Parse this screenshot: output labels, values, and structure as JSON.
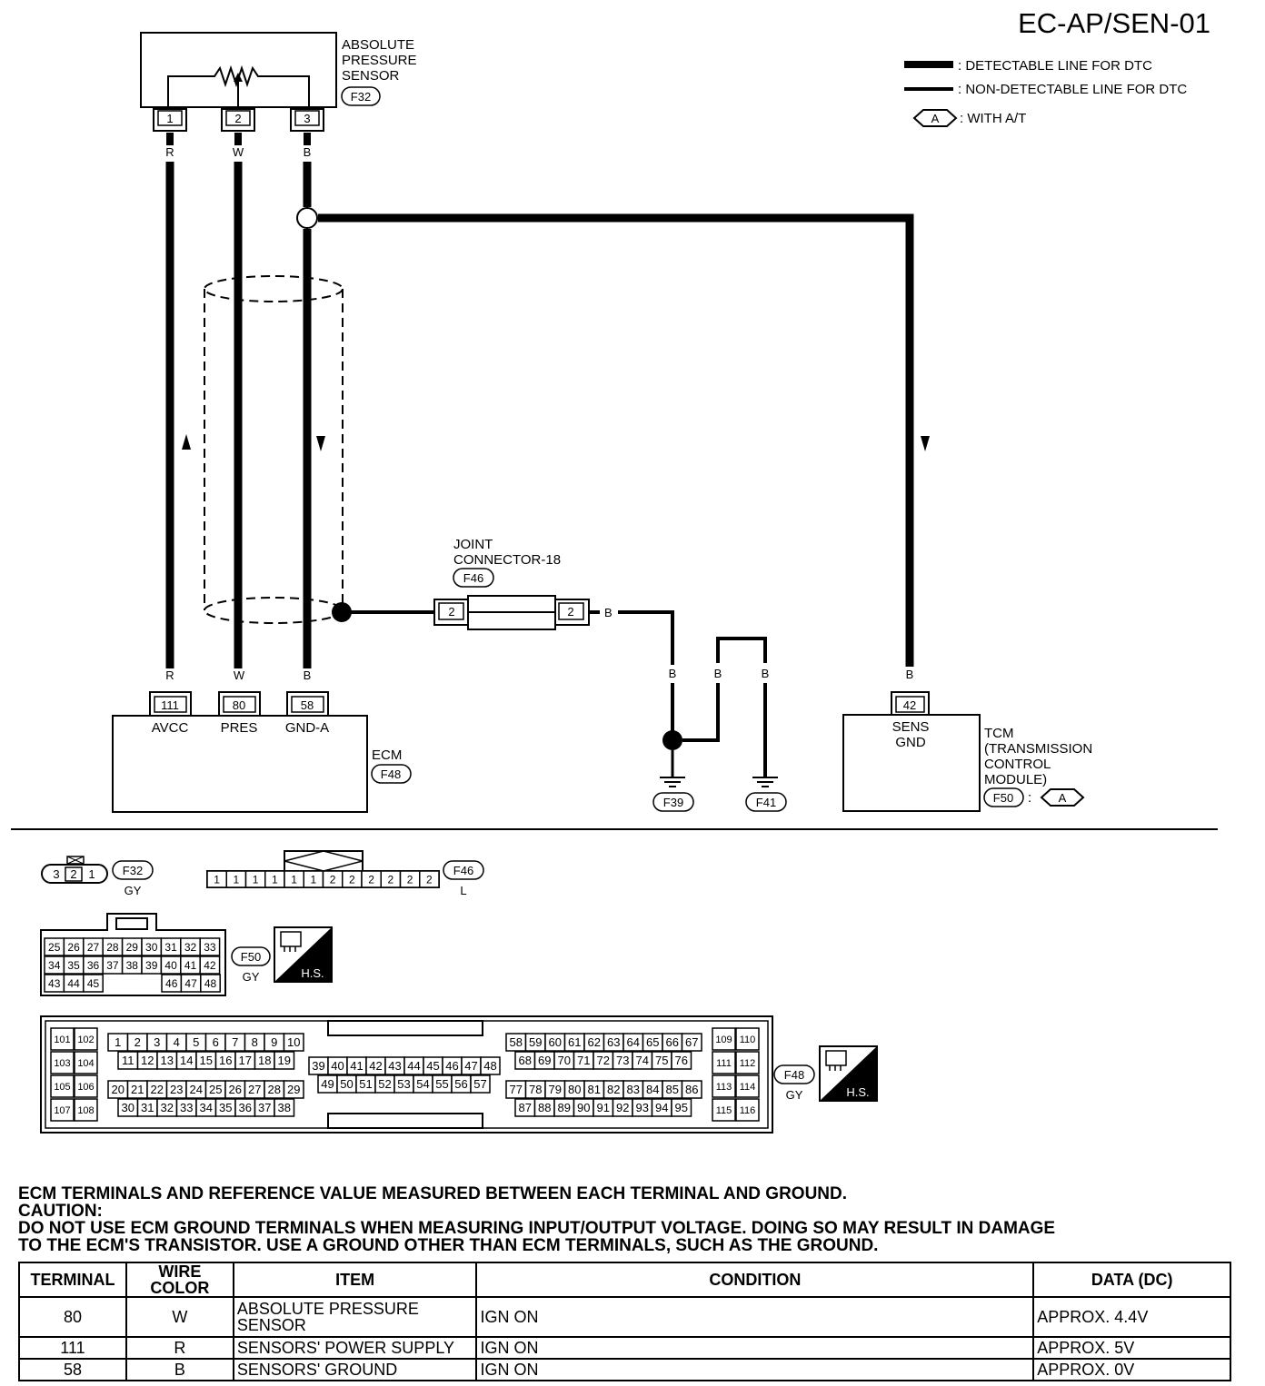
{
  "diagram_code": "EC-AP/SEN-01",
  "legend": {
    "detectable": ": DETECTABLE LINE FOR DTC",
    "non_detectable": ": NON-DETECTABLE LINE FOR DTC",
    "with_at_symbol": "A",
    "with_at": ": WITH A/T"
  },
  "sensor": {
    "name_1": "ABSOLUTE",
    "name_2": "PRESSURE",
    "name_3": "SENSOR",
    "connector": "F32",
    "pins": [
      "1",
      "2",
      "3"
    ],
    "wire_colors": [
      "R",
      "W",
      "B"
    ]
  },
  "ecm": {
    "name": "ECM",
    "connector": "F48",
    "pins": [
      "111",
      "80",
      "58"
    ],
    "pin_labels": [
      "AVCC",
      "PRES",
      "GND-A"
    ],
    "wire_colors": [
      "R",
      "W",
      "B"
    ]
  },
  "joint": {
    "name_1": "JOINT",
    "name_2": "CONNECTOR-18",
    "connector": "F46",
    "pin_left": "2",
    "pin_right": "2",
    "wire_color": "B"
  },
  "grounds": {
    "wire_colors": [
      "B",
      "B",
      "B"
    ],
    "f39": "F39",
    "f41": "F41"
  },
  "tcm": {
    "pin": "42",
    "pin_label_1": "SENS",
    "pin_label_2": "GND",
    "wire_color": "B",
    "name_1": "TCM",
    "name_2": "(TRANSMISSION",
    "name_3": "CONTROL",
    "name_4": "MODULE)",
    "connector": "F50",
    "colon": ":",
    "with_at_symbol": "A"
  },
  "connector_faces": {
    "f32": {
      "id": "F32",
      "color": "GY",
      "pins": [
        "3",
        "2",
        "1"
      ]
    },
    "f46": {
      "id": "F46",
      "color": "L",
      "pins": [
        "1",
        "1",
        "1",
        "1",
        "1",
        "1",
        "2",
        "2",
        "2",
        "2",
        "2",
        "2"
      ]
    },
    "f50": {
      "id": "F50",
      "color": "GY",
      "hs": "H.S.",
      "row1": [
        "25",
        "26",
        "27",
        "28",
        "29",
        "30",
        "31",
        "32",
        "33"
      ],
      "row2": [
        "34",
        "35",
        "36",
        "37",
        "38",
        "39",
        "40",
        "41",
        "42"
      ],
      "row3a": [
        "43",
        "44",
        "45"
      ],
      "row3b": [
        "46",
        "47",
        "48"
      ]
    },
    "f48": {
      "id": "F48",
      "color": "GY",
      "hs": "H.S.",
      "left_block": [
        "101",
        "102",
        "103",
        "104",
        "105",
        "106",
        "107",
        "108"
      ],
      "g1r1": [
        "1",
        "2",
        "3",
        "4",
        "5",
        "6",
        "7",
        "8",
        "9",
        "10"
      ],
      "g1r2": [
        "11",
        "12",
        "13",
        "14",
        "15",
        "16",
        "17",
        "18",
        "19"
      ],
      "g1r3": [
        "20",
        "21",
        "22",
        "23",
        "24",
        "25",
        "26",
        "27",
        "28",
        "29"
      ],
      "g1r4": [
        "30",
        "31",
        "32",
        "33",
        "34",
        "35",
        "36",
        "37",
        "38"
      ],
      "g2r1": [
        "39",
        "40",
        "41",
        "42",
        "43",
        "44",
        "45",
        "46",
        "47",
        "48"
      ],
      "g2r2": [
        "49",
        "50",
        "51",
        "52",
        "53",
        "54",
        "55",
        "56",
        "57"
      ],
      "g3r1": [
        "58",
        "59",
        "60",
        "61",
        "62",
        "63",
        "64",
        "65",
        "66",
        "67"
      ],
      "g3r2": [
        "68",
        "69",
        "70",
        "71",
        "72",
        "73",
        "74",
        "75",
        "76"
      ],
      "g3r3": [
        "77",
        "78",
        "79",
        "80",
        "81",
        "82",
        "83",
        "84",
        "85",
        "86"
      ],
      "g3r4": [
        "87",
        "88",
        "89",
        "90",
        "91",
        "92",
        "93",
        "94",
        "95"
      ],
      "right_block": [
        "109",
        "110",
        "111",
        "112",
        "113",
        "114",
        "115",
        "116"
      ]
    }
  },
  "notes": {
    "line1": "ECM TERMINALS AND REFERENCE VALUE MEASURED BETWEEN EACH TERMINAL AND GROUND.",
    "line2": "CAUTION:",
    "line3": "DO NOT USE ECM GROUND TERMINALS WHEN MEASURING INPUT/OUTPUT VOLTAGE. DOING SO MAY RESULT IN DAMAGE",
    "line4": "TO THE ECM'S TRANSISTOR. USE A GROUND OTHER THAN ECM TERMINALS, SUCH AS THE GROUND."
  },
  "table": {
    "headers": [
      "TERMINAL",
      "WIRE COLOR",
      "ITEM",
      "CONDITION",
      "DATA (DC)"
    ],
    "rows": [
      {
        "terminal": "80",
        "wire": "W",
        "item_1": "ABSOLUTE PRESSURE",
        "item_2": "SENSOR",
        "condition": "IGN ON",
        "data": "APPROX. 4.4V"
      },
      {
        "terminal": "111",
        "wire": "R",
        "item": "SENSORS' POWER SUPPLY",
        "condition": "IGN ON",
        "data": "APPROX. 5V"
      },
      {
        "terminal": "58",
        "wire": "B",
        "item": "SENSORS' GROUND",
        "condition": "IGN ON",
        "data": "APPROX. 0V"
      }
    ]
  }
}
